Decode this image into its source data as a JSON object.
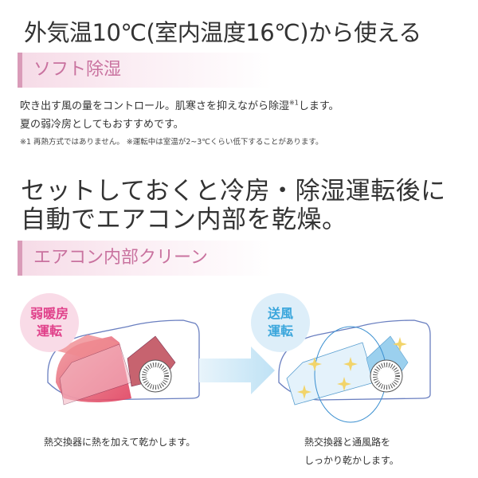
{
  "headline": "外気温10℃(室内温度16℃)から使える",
  "section1": {
    "label": "ソフト除湿",
    "body_line1_pre": "吹き出す風の量をコントロール。肌寒さを抑えながら除湿",
    "body_line1_sup": "※1",
    "body_line1_post": "します。",
    "body_line2": "夏の弱冷房としてもおすすめです。",
    "note": "※1 再熱方式ではありません。 ※運転中は室温が2~3℃くらい低下することがあります。"
  },
  "heading2": {
    "line1": "セットしておくと冷房・除湿運転後に",
    "line2": "自動でエアコン内部を乾燥。"
  },
  "section2": {
    "label": "エアコン内部クリーン",
    "step1": {
      "badge": "弱暖房\n運転",
      "caption": "熱交換器に熱を加えて乾かします。",
      "color": "#e0408a"
    },
    "step2": {
      "badge": "送風\n運転",
      "caption_line1": "熱交換器と通風路を",
      "caption_line2": "しっかり乾かします。",
      "color": "#3aa6dc"
    }
  }
}
